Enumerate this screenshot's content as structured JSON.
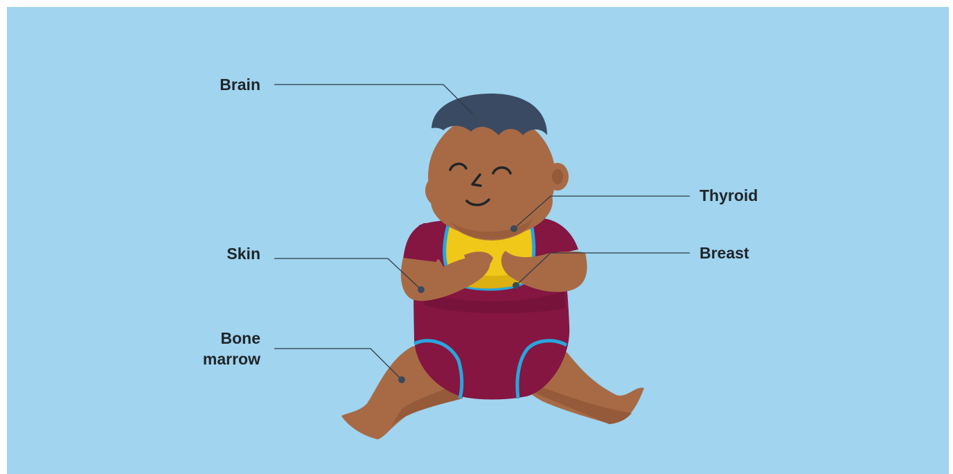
{
  "labels": {
    "brain": "Brain",
    "thyroid": "Thyroid",
    "skin": "Skin",
    "breast": "Breast",
    "bone_marrow_line1": "Bone",
    "bone_marrow_line2": "marrow"
  },
  "colors": {
    "background": "#a0d4ef",
    "skin": "#a86a45",
    "skin_shadow": "#955a39",
    "hair": "#3a4a62",
    "onesie": "#841641",
    "onesie_shadow": "#6e1035",
    "bib": "#f0c81a",
    "bib_shadow": "#dcb010",
    "trim": "#2aa5dc",
    "ink": "#1f2528"
  }
}
